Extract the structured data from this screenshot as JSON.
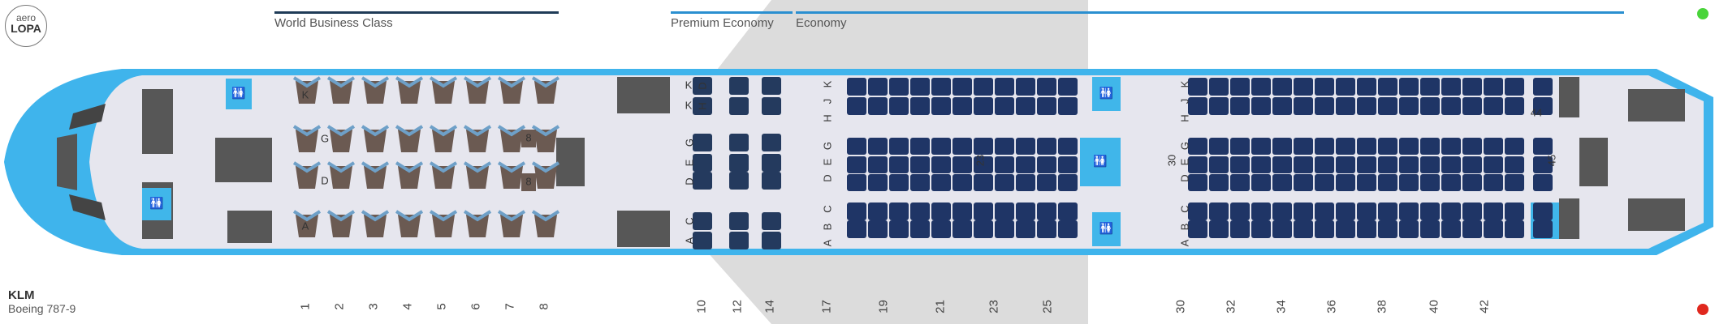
{
  "logo": {
    "line1": "aero",
    "line2": "LOPA"
  },
  "airline": "KLM",
  "aircraft": "Boeing 787-9",
  "classes": [
    {
      "name": "World Business Class",
      "color": "#1f3b57"
    },
    {
      "name": "Premium Economy",
      "color": "#2a8fd0"
    },
    {
      "name": "Economy",
      "color": "#2a8fd0"
    }
  ],
  "colors": {
    "fuselage_blue": "#3fb4ec",
    "economy_seat": "#1f3566",
    "premium_seat": "#243a5e",
    "business_seat": "#6b5a52",
    "lavatory": "#40b6ea",
    "galley": "#575757",
    "cabin_floor": "#e6e6ee",
    "status_green": "#49d43a",
    "status_red": "#e0281e"
  },
  "seat_letters": {
    "business": {
      "top": "K",
      "upper_center": "G",
      "lower_center": "D",
      "bottom": "A"
    },
    "premium": {
      "top": [
        "D",
        "K"
      ],
      "top2": [
        "H",
        "K"
      ],
      "center": [
        "D",
        "E",
        "G"
      ],
      "bottom": [
        "A",
        "C"
      ]
    },
    "economy": {
      "top": [
        "H",
        "J",
        "K"
      ],
      "center": [
        "D",
        "E",
        "G"
      ],
      "bottom": [
        "A",
        "B",
        "C"
      ]
    }
  },
  "seat_markers": {
    "business_row_8_upper": "8",
    "business_row_8_lower": "8",
    "row_23": "23",
    "row_30": "30",
    "row_44": "44",
    "row_45": "45"
  },
  "row_numbers": [
    "1",
    "2",
    "3",
    "4",
    "5",
    "6",
    "7",
    "8",
    "10",
    "12",
    "14",
    "17",
    "19",
    "21",
    "23",
    "25",
    "30",
    "32",
    "34",
    "36",
    "38",
    "40",
    "42"
  ]
}
